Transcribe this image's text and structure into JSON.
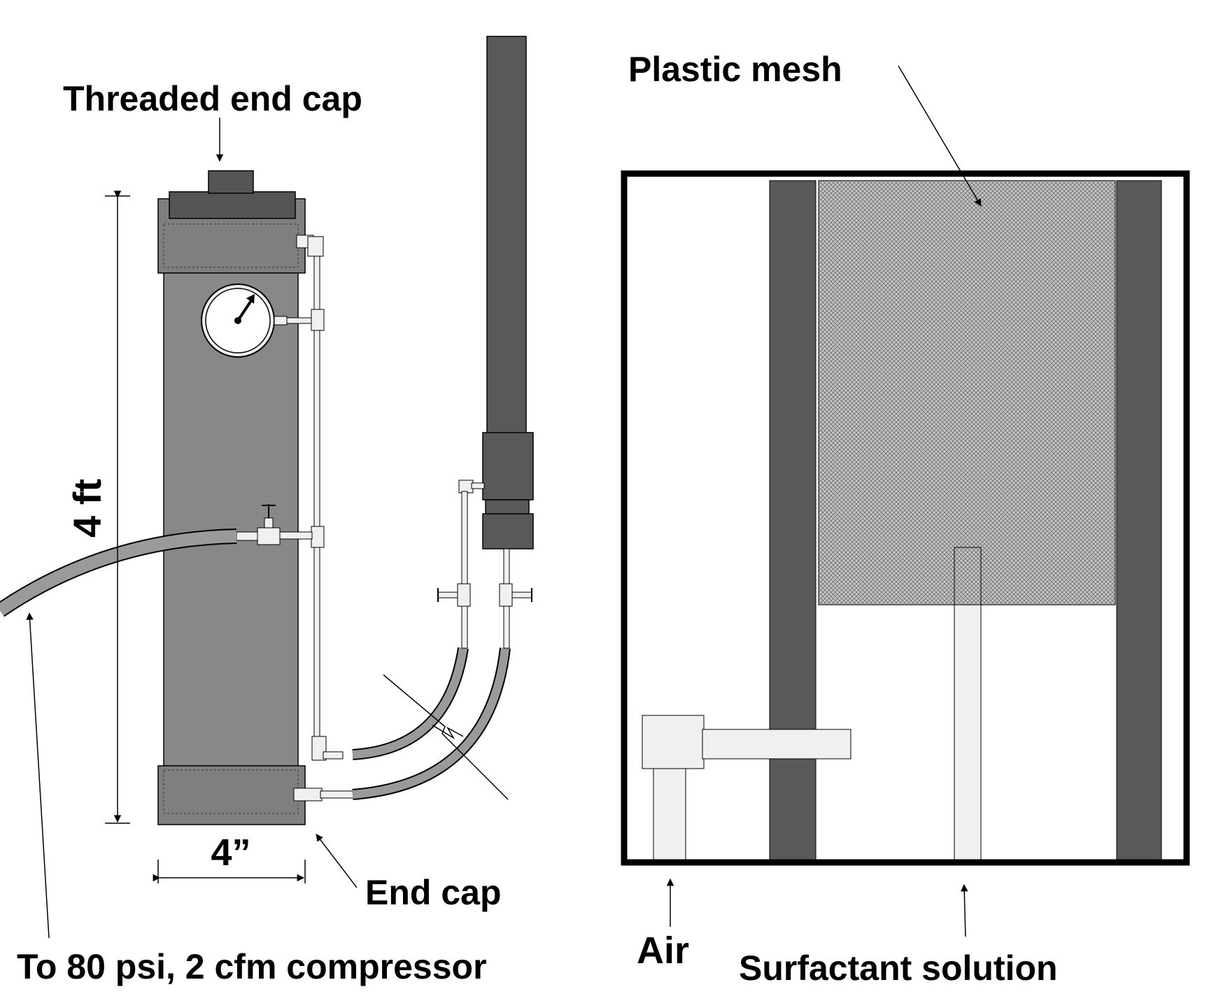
{
  "labels": {
    "threaded_end_cap": "Threaded end cap",
    "plastic_mesh": "Plastic mesh",
    "height": "4 ft",
    "diameter": "4”",
    "end_cap": "End cap",
    "compressor": "To 80 psi, 2 cfm compressor",
    "air": "Air",
    "surfactant": "Surfactant solution"
  },
  "colors": {
    "tank_body": "#888888",
    "tank_cap": "#7f7f7f",
    "dark_pipe": "#595959",
    "hose": "#9a9a9a",
    "fitting": "#f0f0f0",
    "mesh": "#cccccc",
    "outline": "#000000",
    "background": "#ffffff"
  },
  "icons": {
    "gauge": "pressure-gauge-icon",
    "valve": "valve-handle-icon",
    "break": "break-line-icon",
    "elbow": "elbow-fitting-icon"
  }
}
